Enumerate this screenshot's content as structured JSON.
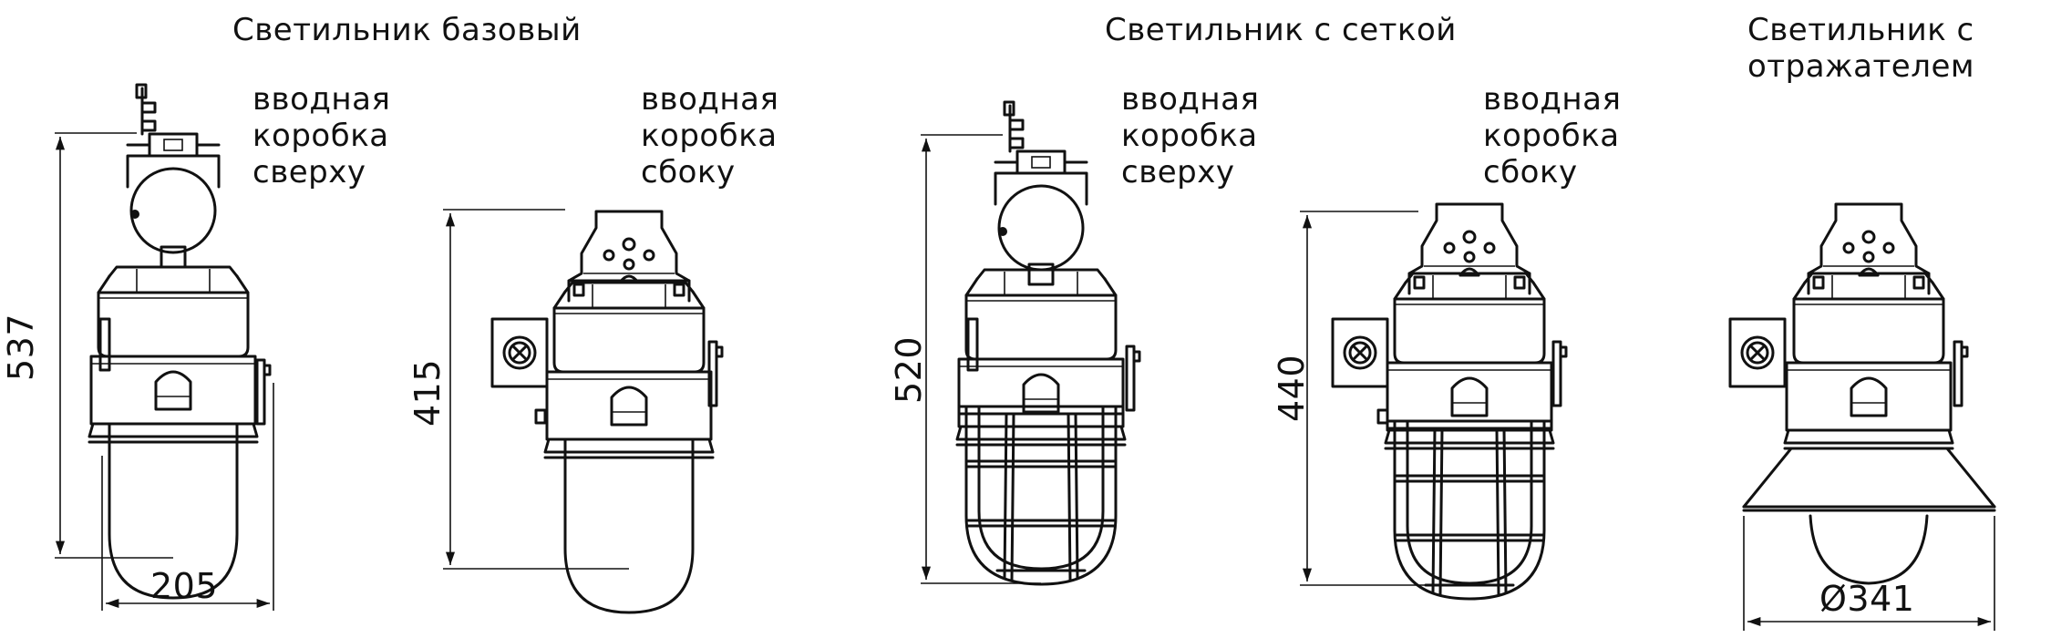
{
  "titles": {
    "basic": "Светильник базовый",
    "mesh": "Светильник с сеткой",
    "reflector_line1": "Светильник с",
    "reflector_line2": "отражателем"
  },
  "variants": {
    "top_box": [
      "вводная",
      "коробка",
      "сверху"
    ],
    "side_box": [
      "вводная",
      "коробка",
      "сбоку"
    ]
  },
  "dimensions": {
    "basic_top_height": "537",
    "basic_width": "205",
    "basic_side_height": "415",
    "mesh_top_height": "520",
    "mesh_side_height": "440",
    "reflector_diameter": "Ø341"
  }
}
